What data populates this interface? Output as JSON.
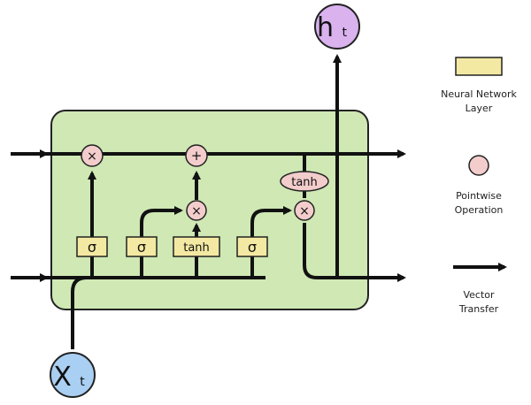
{
  "gates": {
    "forget": "σ",
    "input": "σ",
    "candidate": "tanh",
    "output": "σ"
  },
  "ops": {
    "forget_multiply": "×",
    "cell_add": "+",
    "input_multiply": "×",
    "output_multiply": "×",
    "cell_tanh": "tanh"
  },
  "io": {
    "input_main": "X",
    "input_sub": "t",
    "output_main": "h",
    "output_sub": "t"
  },
  "legend": {
    "layer_line1": "Neural Network",
    "layer_line2": "Layer",
    "pointwise_line1": "Pointwise",
    "pointwise_line2": "Operation",
    "vector_line1": "Vector",
    "vector_line2": "Transfer"
  },
  "colors": {
    "cell_fill": "#cfe8b4",
    "cell_stroke": "#222222",
    "layer_fill": "#f4e9a3",
    "pointwise_fill": "#f3cccc",
    "io_fill": "#d9b2ee",
    "input_fill": "#a9cff2"
  }
}
